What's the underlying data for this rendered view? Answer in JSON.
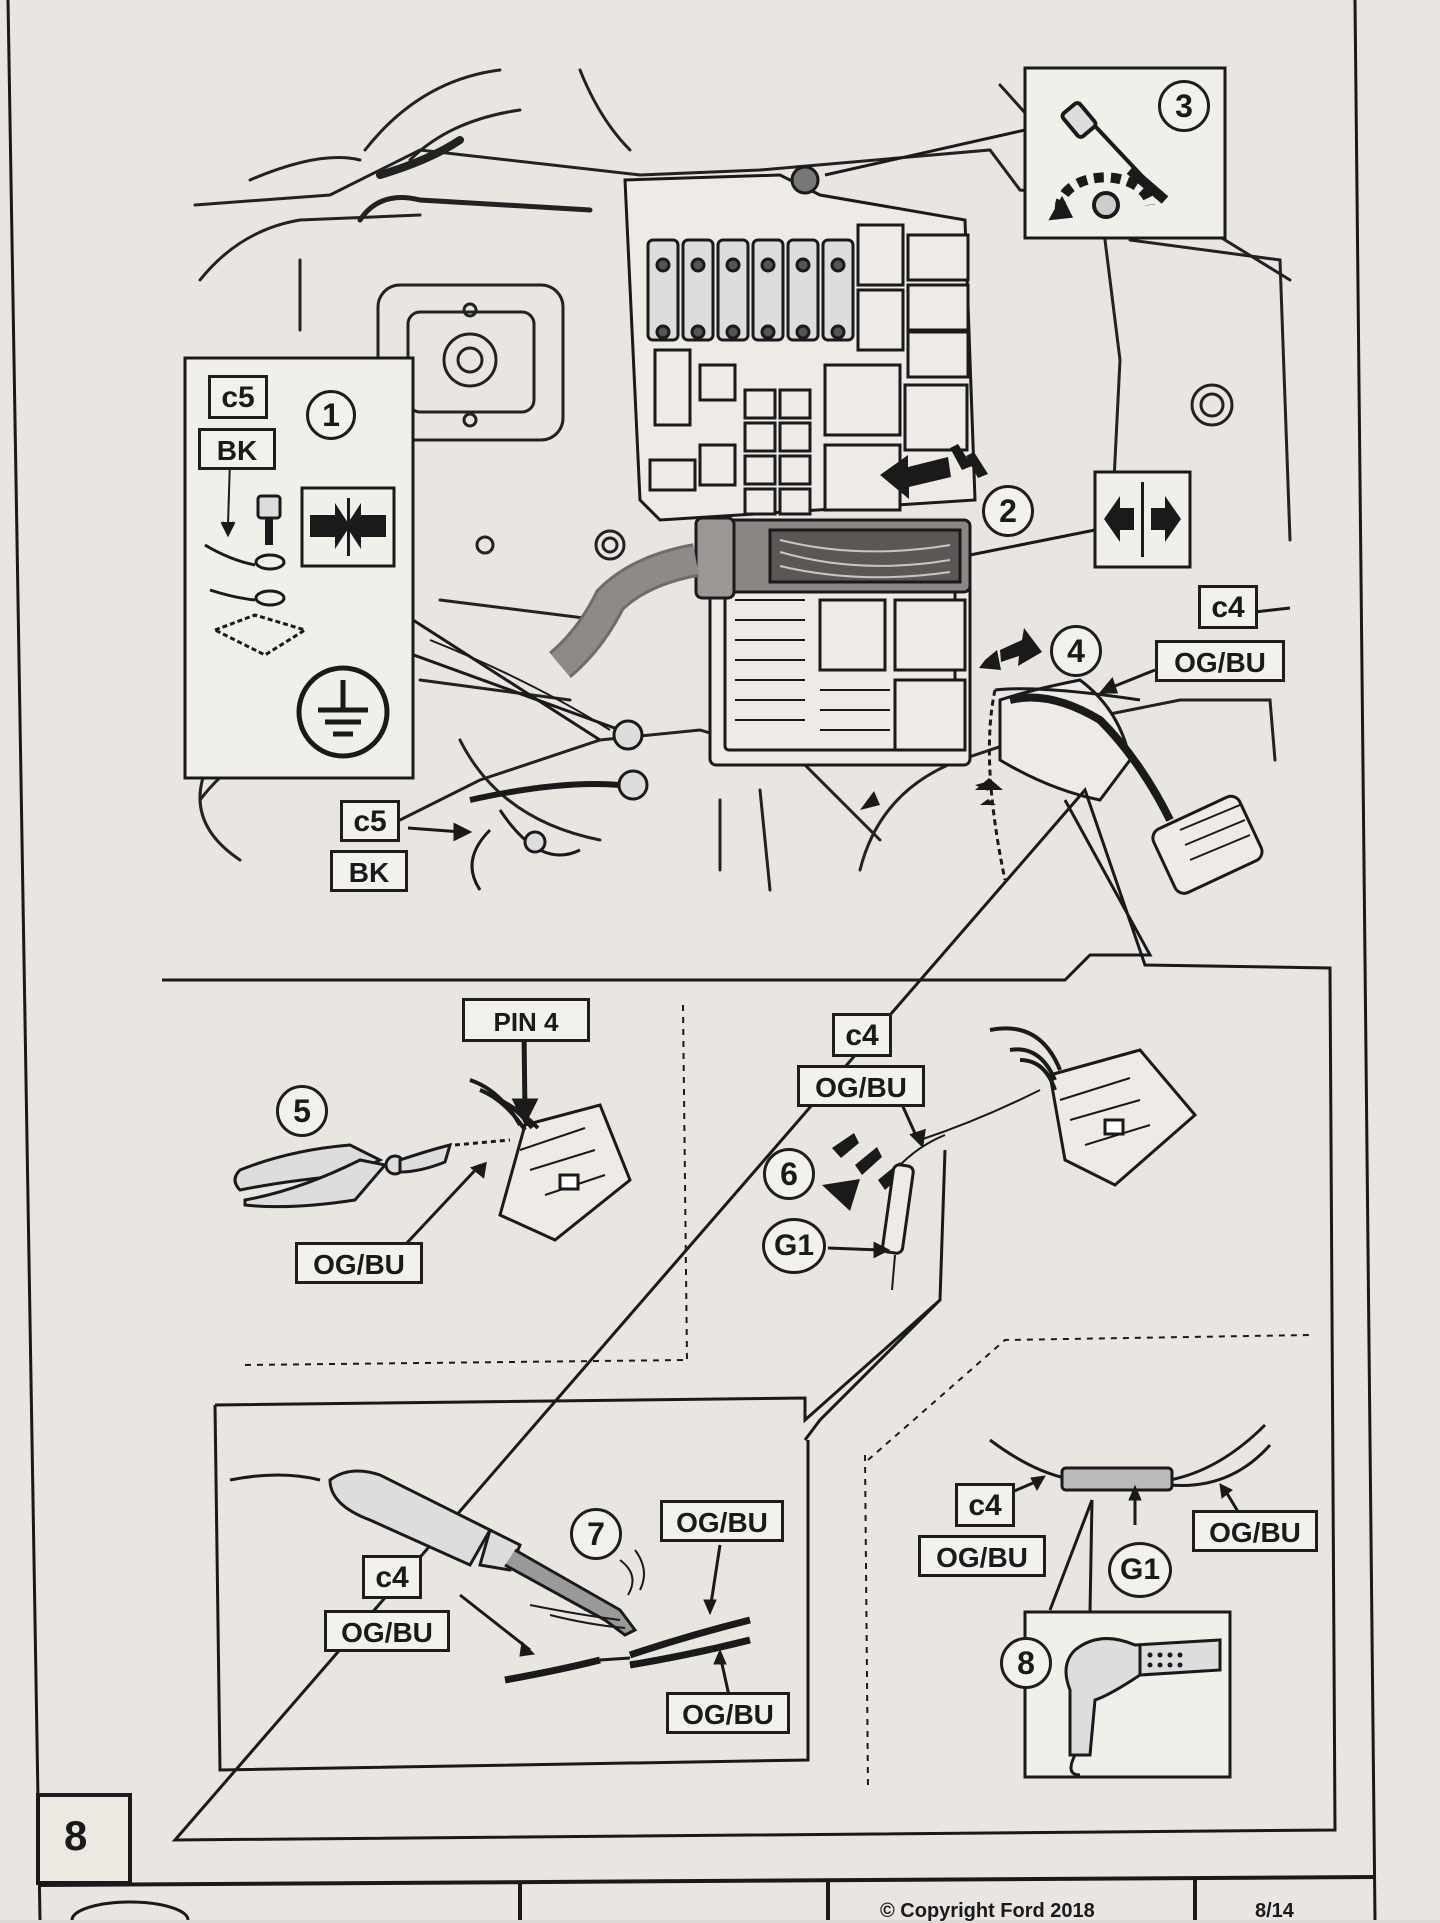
{
  "page": {
    "page_number": "8",
    "copyright": "© Copyright Ford 2018",
    "sheet_index": "8/14"
  },
  "callouts": {
    "step_1": "1",
    "step_2": "2",
    "step_3": "3",
    "step_4": "4",
    "step_5": "5",
    "step_6": "6",
    "step_7": "7",
    "step_8": "8"
  },
  "labels": {
    "c5_top": "c5",
    "bk_top": "BK",
    "c5_bottom": "c5",
    "bk_bottom": "BK",
    "c4_top": "c4",
    "og_bu_top": "OG/BU",
    "pin4": "PIN 4",
    "og_bu_step5": "OG/BU",
    "c4_step6": "c4",
    "og_bu_step6": "OG/BU",
    "g1_step6": "G1",
    "c4_step7": "c4",
    "og_bu_step7_left": "OG/BU",
    "og_bu_step7_top": "OG/BU",
    "og_bu_step7_bottom": "OG/BU",
    "c4_step8": "c4",
    "og_bu_step8_left": "OG/BU",
    "og_bu_step8_right": "OG/BU",
    "g1_step8": "G1"
  },
  "icons": {
    "ground": "ground-symbol-icon",
    "connect": "arrows-converge-icon",
    "disconnect": "arrows-diverge-icon",
    "ratchet": "ratchet-wrench-icon",
    "pliers": "side-cutter-pliers-icon",
    "soldering": "soldering-iron-icon",
    "heat_gun": "heat-gun-icon",
    "logo": "ford-logo"
  }
}
